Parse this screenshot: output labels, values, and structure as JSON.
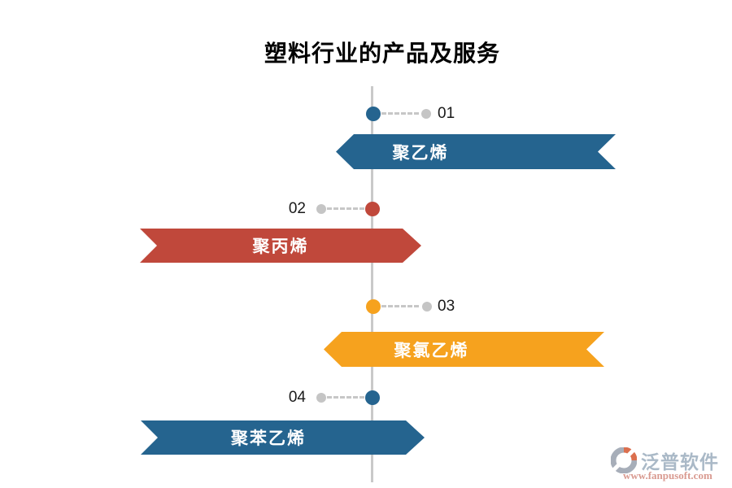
{
  "title": "塑料行业的产品及服务",
  "items": [
    {
      "num": "01",
      "label": "聚乙烯",
      "color": "#25648F",
      "side": "right"
    },
    {
      "num": "02",
      "label": "聚丙烯",
      "color": "#C0483B",
      "side": "left"
    },
    {
      "num": "03",
      "label": "聚氯乙烯",
      "color": "#F6A21E",
      "side": "right"
    },
    {
      "num": "04",
      "label": "聚苯乙烯",
      "color": "#25648F",
      "side": "left"
    }
  ],
  "watermark": {
    "brand": "泛普软件",
    "url": "www.fanpusoft.com",
    "logo": "fanpu-swirl-logo-icon"
  },
  "palette": {
    "axis_gray": "#C9C9C9",
    "connector_gray": "#C7C7C7",
    "title_color": "#000000"
  }
}
